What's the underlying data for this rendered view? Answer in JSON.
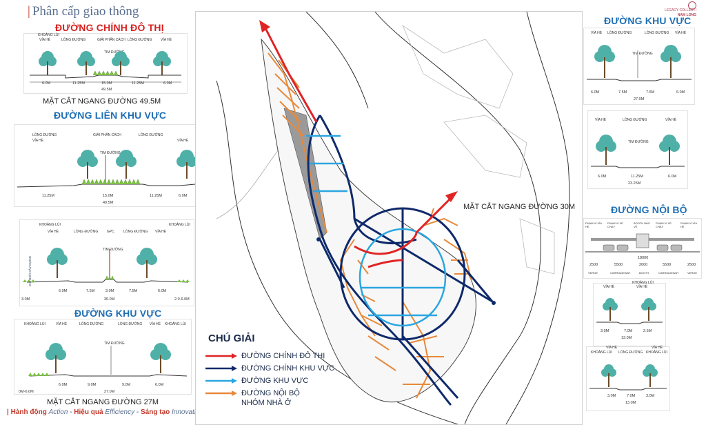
{
  "header": {
    "title": "Phân cấp giao thông",
    "logo_line1": "LEGACY COLLECTI",
    "logo_line2": "NAM LONG"
  },
  "left": {
    "sec1": {
      "title": "ĐƯỜNG CHÍNH ĐÔ THỊ",
      "caption": "MẶT CẮT NGANG ĐƯỜNG 49.5M",
      "labels": {
        "khoang_lui": "KHOẢNG LÙI",
        "via_he_l": "VỈA HÈ",
        "long_duong_l": "LÒNG ĐƯỜNG",
        "giai_phan_cach": "GIẢI PHÂN CÁCH",
        "long_duong_r": "LÒNG ĐƯỜNG",
        "via_he_r": "VỈA HÈ"
      },
      "dims": [
        "6.0M",
        "11.25M",
        "15.0M",
        "11.25M",
        "6.0M"
      ],
      "total": "49.5M",
      "tim_duong": "TIM ĐƯỜNG"
    },
    "sec2": {
      "title": "ĐƯỜNG LIÊN KHU VỰC",
      "labels": {
        "long_duong_l": "LÒNG ĐƯỜNG",
        "giai_phan_cach": "GIẢI PHÂN CÁCH",
        "long_duong_r": "LÒNG ĐƯỜNG",
        "via_he_l": "VỈA HÈ",
        "via_he_r": "VỈA HÈ"
      },
      "dims": [
        "11.25M",
        "15.0M",
        "11.25M",
        "6.0M"
      ],
      "total": "49.5M",
      "tim_duong": "TIM ĐƯỜNG"
    },
    "sec3": {
      "labels": {
        "khoang_lui_l": "KHOẢNG LÙI",
        "via_he_l": "VỈA HÈ",
        "long_duong_l": "LÒNG ĐƯỜNG",
        "gpc": "GPC",
        "long_duong_r": "LÒNG ĐƯỜNG",
        "via_he_r": "VỈA HÈ",
        "khoang_lui_r": "KHOẢNG LÙI"
      },
      "dims": [
        "6.0M",
        "7.5M",
        "3.0M",
        "7.5M",
        "6.0M"
      ],
      "total": "30.0M",
      "left_extra": "3.0M",
      "right_extra": "2.0-6.0M",
      "tim_duong": "TIM ĐƯỜNG",
      "side_label": "CHỈ GIỚI XÂY DỰNG"
    },
    "sec4": {
      "title": "ĐƯỜNG KHU VỰC",
      "caption": "MẶT CẮT NGANG ĐƯỜNG 27M",
      "labels": {
        "khoang_lui_l": "KHOẢNG LÙI",
        "via_he_l": "VỈA HÈ",
        "long_duong_l": "LÒNG ĐƯỜNG",
        "long_duong_r": "LÒNG ĐƯỜNG",
        "via_he_r": "VỈA HÈ",
        "khoang_lui_r": "KHOẢNG LÙI"
      },
      "dims": [
        "6.0M",
        "9.0M",
        "9.0M",
        "6.0M"
      ],
      "total": "27.0M",
      "left_extra": "0M-6.0M",
      "tim_duong": "TIM ĐƯỜNG"
    }
  },
  "right": {
    "sec1": {
      "title": "ĐƯỜNG KHU VỰC",
      "labels": {
        "via_he_l": "VỈA HÈ",
        "long_duong_l": "LÒNG ĐƯỜNG",
        "long_duong_r": "LÒNG ĐƯỜNG",
        "via_he_r": "VỈA HÈ"
      },
      "dims": [
        "6.0M",
        "7.5M",
        "7.5M",
        "6.0M"
      ],
      "total": "27.0M",
      "tim_duong": "TIM ĐƯỜNG"
    },
    "sec2": {
      "labels": {
        "via_he_l": "VỈA HÈ",
        "long_duong": "LÒNG ĐƯỜNG",
        "via_he_r": "VỈA HÈ"
      },
      "dims": [
        "6.0M",
        "11.25M",
        "6.0M"
      ],
      "total": "23.25M",
      "tim_duong": "TIM ĐƯỜNG"
    },
    "sec3": {
      "title": "ĐƯỜNG NỘI BỘ",
      "top_labels": [
        "PHẠM VI VỈA HÈ",
        "PHẠM VI XE CHẠY",
        "BOOTH BẢO VỆ",
        "PHẠM VI XE CHẠY",
        "PHẠM VI VỈA HÈ"
      ],
      "total": "18000",
      "dims": [
        "2500",
        "5500",
        "2000",
        "5500",
        "2500"
      ],
      "bottom_labels": [
        "VERGE",
        "CARRIAGEWAY",
        "BOOTH",
        "CARRIAGEWAY",
        "VERGE"
      ]
    },
    "sec4": {
      "labels": {
        "via_he_l": "VỈA HÈ",
        "via_he_r": "VỈA HÈ",
        "khoang_lui_l": "KHOẢNG LÙI",
        "khoang_lui_r": "KHOẢNG LÙI"
      },
      "dims": [
        "3.0M",
        "7.0M",
        "2.5M"
      ],
      "total": "13.0M"
    },
    "sec5": {
      "labels": {
        "khoang_lui": "KHOẢNG LÙI",
        "long_duong": "LÒNG ĐƯỜNG",
        "via_he_l": "VỈA HÈ",
        "via_he_r": "VỈA HÈ",
        "khoang_lui_r": "KHOẢNG LÙI"
      },
      "dims": [
        "3.0M",
        "7.0M",
        "3.0M"
      ],
      "total": "13.0M"
    }
  },
  "map": {
    "callout": "MẶT CẮT NGANG ĐƯỜNG 30M",
    "legend_title": "CHÚ GIẢI",
    "legend": [
      {
        "label": "ĐƯỜNG CHÍNH ĐÔ THỊ",
        "color": "#e02424"
      },
      {
        "label": "ĐƯỜNG CHÍNH KHU VỰC",
        "color": "#0f2a6b"
      },
      {
        "label": "ĐƯỜNG KHU VỰC",
        "color": "#2aa6e0"
      },
      {
        "label": "ĐƯỜNG NỘI BỘ NHÓM NHÀ Ở",
        "color": "#e8893a"
      }
    ]
  },
  "footer": {
    "bar": "|",
    "w1": "Hành động",
    "e1": "Action",
    "sep1": "-",
    "w2": "Hiệu quả",
    "e2": "Efficiency",
    "sep2": "-",
    "w3": "Sáng tạo",
    "e3": "Innovation"
  },
  "colors": {
    "tree_canopy": "#4fb0a8",
    "grass": "#7cc242",
    "title_blue": "#1f6fb5",
    "title_red": "#d62020"
  }
}
